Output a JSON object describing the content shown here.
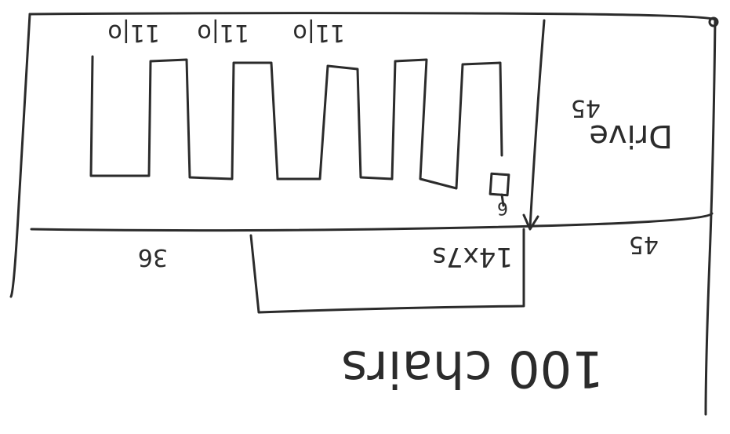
{
  "labels": {
    "top_a": "11|o",
    "top_b": "11|o",
    "top_c": "11|o",
    "bottom_left": "36",
    "desk_size": "14x7s",
    "bottom_right": "45",
    "side_room": "Drive 45",
    "side_room_line1": "Drive",
    "side_room_line2": "45",
    "small_mark": "6",
    "bottom_caption": "100 chairs"
  }
}
